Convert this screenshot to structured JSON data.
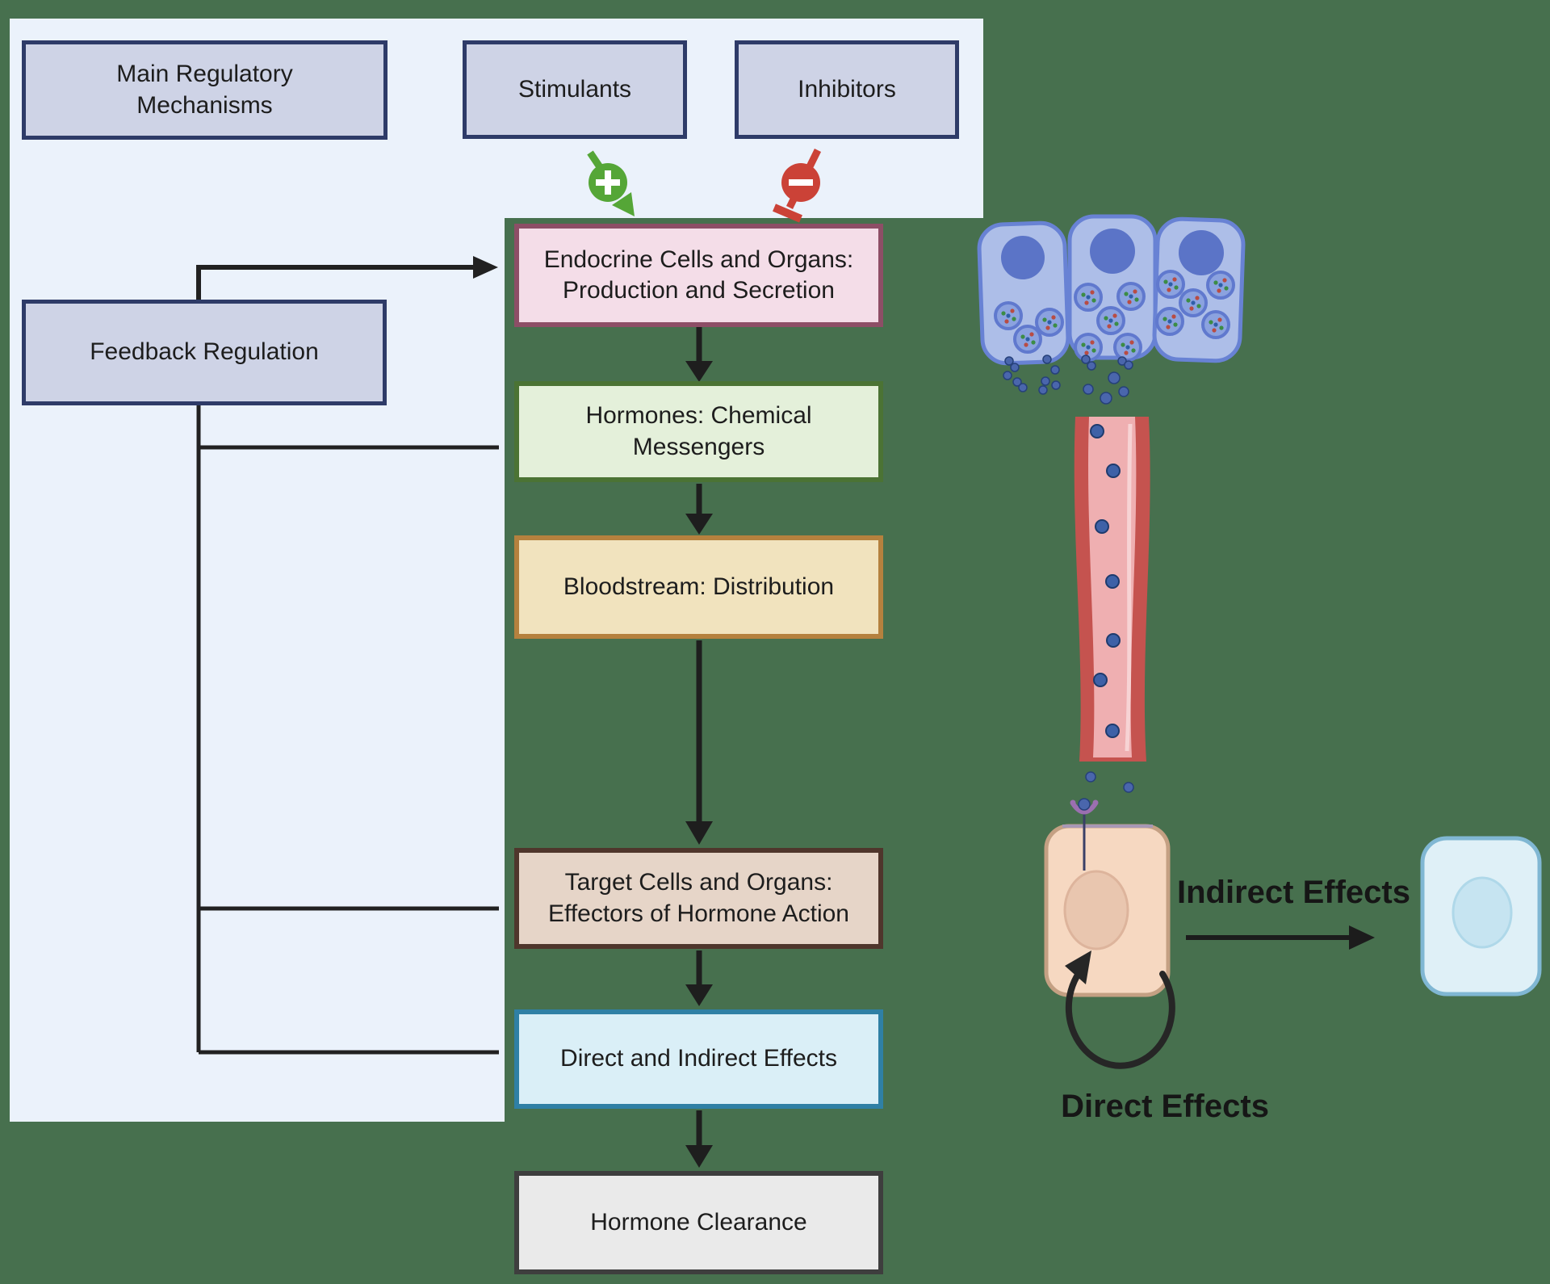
{
  "title": "Hormone regulation flow diagram",
  "background_color": "#47704E",
  "panel_color": "#EBF2FB",
  "regulatory_panel": {
    "main_box": {
      "label": "Main Regulatory Mechanisms",
      "fill": "#CED3E6",
      "border": "#2E3B68"
    },
    "stimulants_box": {
      "label": "Stimulants",
      "fill": "#CED3E6",
      "border": "#2E3B68"
    },
    "inhibitors_box": {
      "label": "Inhibitors",
      "fill": "#CED3E6",
      "border": "#2E3B68"
    },
    "feedback_box": {
      "label": "Feedback Regulation",
      "fill": "#CED3E6",
      "border": "#2E3B68"
    }
  },
  "flow_boxes": {
    "endocrine": {
      "label": "Endocrine Cells and Organs: Production and Secretion",
      "fill": "#F4DDE8",
      "border": "#8D4E66"
    },
    "hormones": {
      "label": "Hormones: Chemical Messengers",
      "fill": "#E4F0DA",
      "border": "#4B7334"
    },
    "bloodstream": {
      "label": "Bloodstream: Distribution",
      "fill": "#F1E3BE",
      "border": "#B5813E"
    },
    "target": {
      "label": "Target Cells and Organs: Effectors of Hormone Action",
      "fill": "#E6D5C8",
      "border": "#4F362C"
    },
    "effects": {
      "label": "Direct and Indirect Effects",
      "fill": "#DAEFF7",
      "border": "#2F80A5"
    },
    "clearance": {
      "label": "Hormone Clearance",
      "fill": "#EAEAEA",
      "border": "#3E3E3E"
    }
  },
  "icons": {
    "stimulant_icon": {
      "name": "plus-stimulation-arrow-icon",
      "color": "#55A637"
    },
    "inhibitor_icon": {
      "name": "minus-inhibition-icon",
      "color": "#CB4237"
    }
  },
  "annotations": {
    "indirect_effects": "Indirect Effects",
    "direct_effects": "Direct Effects"
  },
  "illustration": {
    "endocrine_cells": {
      "fill": "#ADBEE8",
      "border": "#6882D4",
      "nucleus": "#5B74C7",
      "count": 3
    },
    "blood_vessel": {
      "wall": "#C5534F",
      "lumen": "#EFAFB1"
    },
    "hormone_dot_color": "#3E61A7",
    "target_cell": {
      "fill": "#F6D8C1",
      "border": "#C4A083"
    },
    "indirect_target_cell": {
      "fill": "#DFF0F7",
      "border": "#80B7D3"
    },
    "connector_color": "#212121"
  }
}
